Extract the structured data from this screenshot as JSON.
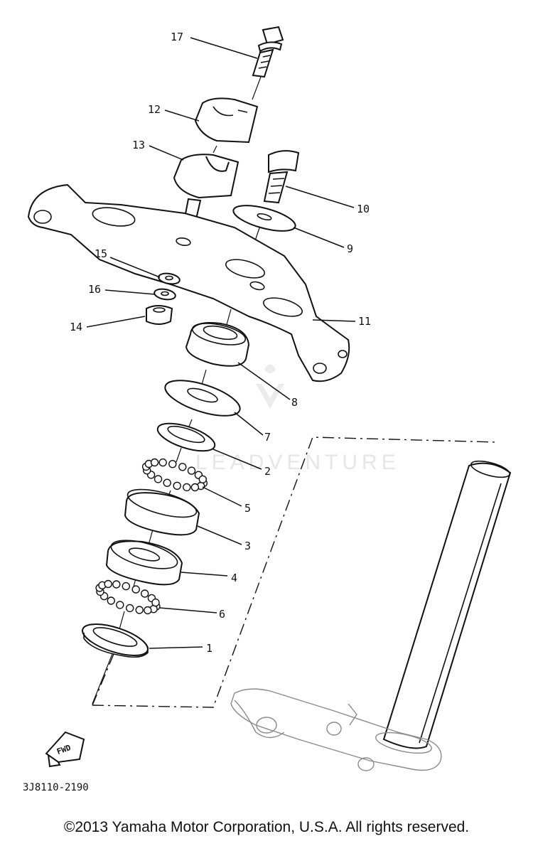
{
  "diagram": {
    "callouts": [
      {
        "id": "p17",
        "label": "17"
      },
      {
        "id": "p12",
        "label": "12"
      },
      {
        "id": "p13",
        "label": "13"
      },
      {
        "id": "p10",
        "label": "10"
      },
      {
        "id": "p9",
        "label": "9"
      },
      {
        "id": "p15",
        "label": "15"
      },
      {
        "id": "p16",
        "label": "16"
      },
      {
        "id": "p14",
        "label": "14"
      },
      {
        "id": "p11",
        "label": "11"
      },
      {
        "id": "p8",
        "label": "8"
      },
      {
        "id": "p7",
        "label": "7"
      },
      {
        "id": "p2",
        "label": "2"
      },
      {
        "id": "p5",
        "label": "5"
      },
      {
        "id": "p3",
        "label": "3"
      },
      {
        "id": "p4",
        "label": "4"
      },
      {
        "id": "p6",
        "label": "6"
      },
      {
        "id": "p1",
        "label": "1"
      }
    ],
    "fwd_badge": "FWD",
    "drawing_code": "3J8110-2190",
    "watermark": "LEADVENTURE",
    "copyright": "©2013 Yamaha Motor Corporation, U.S.A. All rights reserved."
  }
}
